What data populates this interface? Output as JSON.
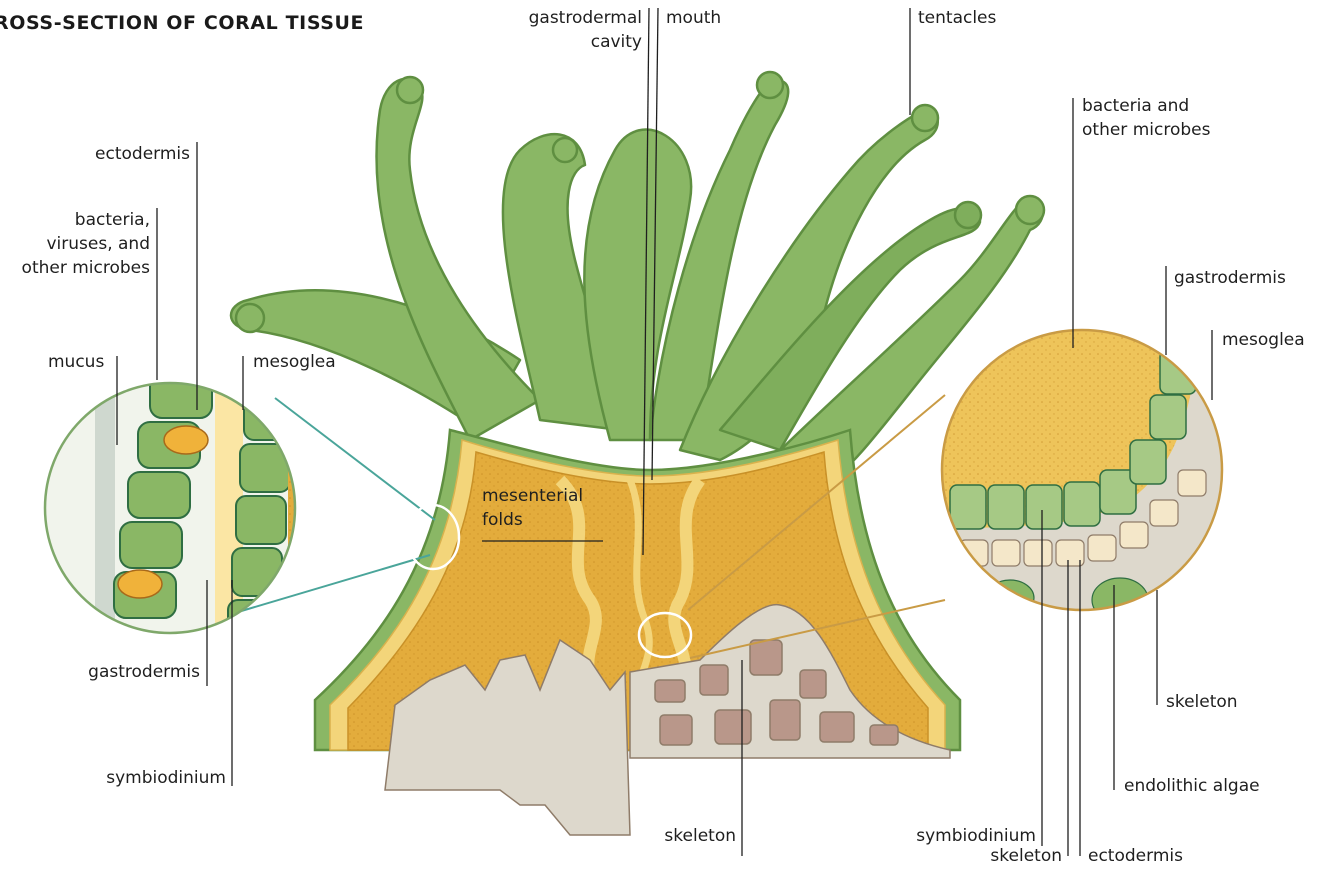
{
  "title": "ROSS-SECTION OF CORAL TISSUE",
  "labels": {
    "gastrodermal_cavity": "gastrodermal\ncavity",
    "mouth": "mouth",
    "tentacles": "tentacles",
    "ectodermis_left": "ectodermis",
    "bacteria_viruses": "bacteria,\nviruses, and\nother microbes",
    "mucus": "mucus",
    "mesoglea_left": "mesoglea",
    "gastrodermis_left": "gastrodermis",
    "symbiodinium_left": "symbiodinium",
    "mesenterial_folds": "mesenterial\nfolds",
    "skeleton_center": "skeleton",
    "bacteria_microbes_right": "bacteria and\nother microbes",
    "gastrodermis_right": "gastrodermis",
    "mesoglea_right": "mesoglea",
    "skeleton_right": "skeleton",
    "endolithic_algae": "endolithic algae",
    "symbiodinium_right": "symbiodinium",
    "skeleton_bottom": "skeleton",
    "ectodermis_bottom": "ectodermis"
  },
  "colors": {
    "tentacle_green": "#8ab765",
    "tentacle_dark": "#5f8f41",
    "tissue_yellow": "#f3d57a",
    "cavity_orange": "#e3ac3c",
    "skeleton_grey": "#ddd8cc",
    "skeleton_brown": "#b9978a",
    "left_pointer": "#4aa59a",
    "right_pointer": "#c99b45"
  }
}
